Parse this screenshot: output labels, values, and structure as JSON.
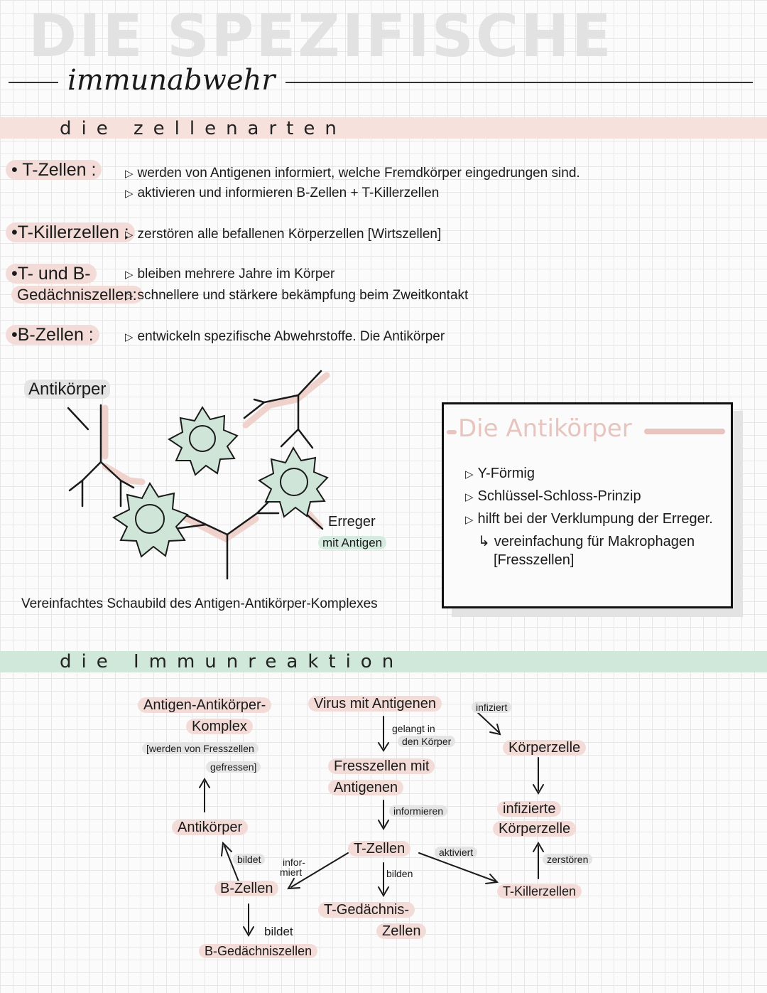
{
  "header": {
    "title": "DIE SPEZIFISCHE",
    "subtitle": "immunabwehr"
  },
  "section1": {
    "heading": "die zellenarten",
    "items": [
      {
        "term": "• T-Zellen :",
        "lines": [
          "werden von Antigenen informiert, welche Fremdkörper eingedrungen sind.",
          "aktivieren und informieren B-Zellen + T-Killerzellen"
        ]
      },
      {
        "term": "•T-Killerzellen :",
        "lines": [
          "zerstören alle befallenen Körperzellen [Wirtszellen]"
        ]
      },
      {
        "term_line1": "•T- und B-",
        "term_line2": "Gedächniszellen:",
        "lines": [
          "bleiben mehrere Jahre im Körper",
          "schnellere und stärkere bekämpfung beim Zweitkontakt"
        ]
      },
      {
        "term": "•B-Zellen :",
        "lines": [
          "entwickeln spezifische Abwehrstoffe. Die Antikörper"
        ]
      }
    ]
  },
  "diagram": {
    "label_antibody": "Antikörper",
    "label_pathogen_1": "Erreger",
    "label_pathogen_2": "mit Antigen",
    "caption": "Vereinfachtes Schaubild des Antigen-Antikörper-Komplexes",
    "star_color": "#cfe5d8"
  },
  "infobox": {
    "title": "Die Antikörper",
    "items": [
      "Y-Förmig",
      "Schlüssel-Schloss-Prinzip",
      "hilft bei der Verklumpung der Erreger."
    ],
    "sub_line1": "vereinfachung für Makrophagen",
    "sub_line2": "[Fresszellen]"
  },
  "section2": {
    "heading": "die Immunreaktion",
    "nodes": {
      "complex_1": "Antigen-Antikörper-",
      "complex_2": "Komplex",
      "complex_note_1": "[werden von Fresszellen",
      "complex_note_2": "gefressen]",
      "virus": "Virus mit Antigenen",
      "phago_1": "Fresszellen mit",
      "phago_2": "Antigenen",
      "bodycell": "Körperzelle",
      "infected_1": "infizierte",
      "infected_2": "Körperzelle",
      "antibody": "Antikörper",
      "tcells": "T-Zellen",
      "bcells": "B-Zellen",
      "tkiller": "T-Killerzellen",
      "tmemory_1": "T-Gedächnis-",
      "tmemory_2": "Zellen",
      "bmemory": "B-Gedächniszellen"
    },
    "edges": {
      "infects": "infiziert",
      "enters_1": "gelangt in",
      "enters_2": "den Körper",
      "inform": "informieren",
      "activates": "aktiviert",
      "forms_1": "bilden",
      "forms_2": "bildet",
      "forms_3": "bildet",
      "informed_1": "infor-",
      "informed_2": "miert",
      "destroy": "zerstören"
    }
  },
  "colors": {
    "band_pink": "#f6e1dd",
    "band_green": "#cfe8da",
    "highlight_pink": "#f3dcd8",
    "accent_title": "#e8c4bf"
  }
}
